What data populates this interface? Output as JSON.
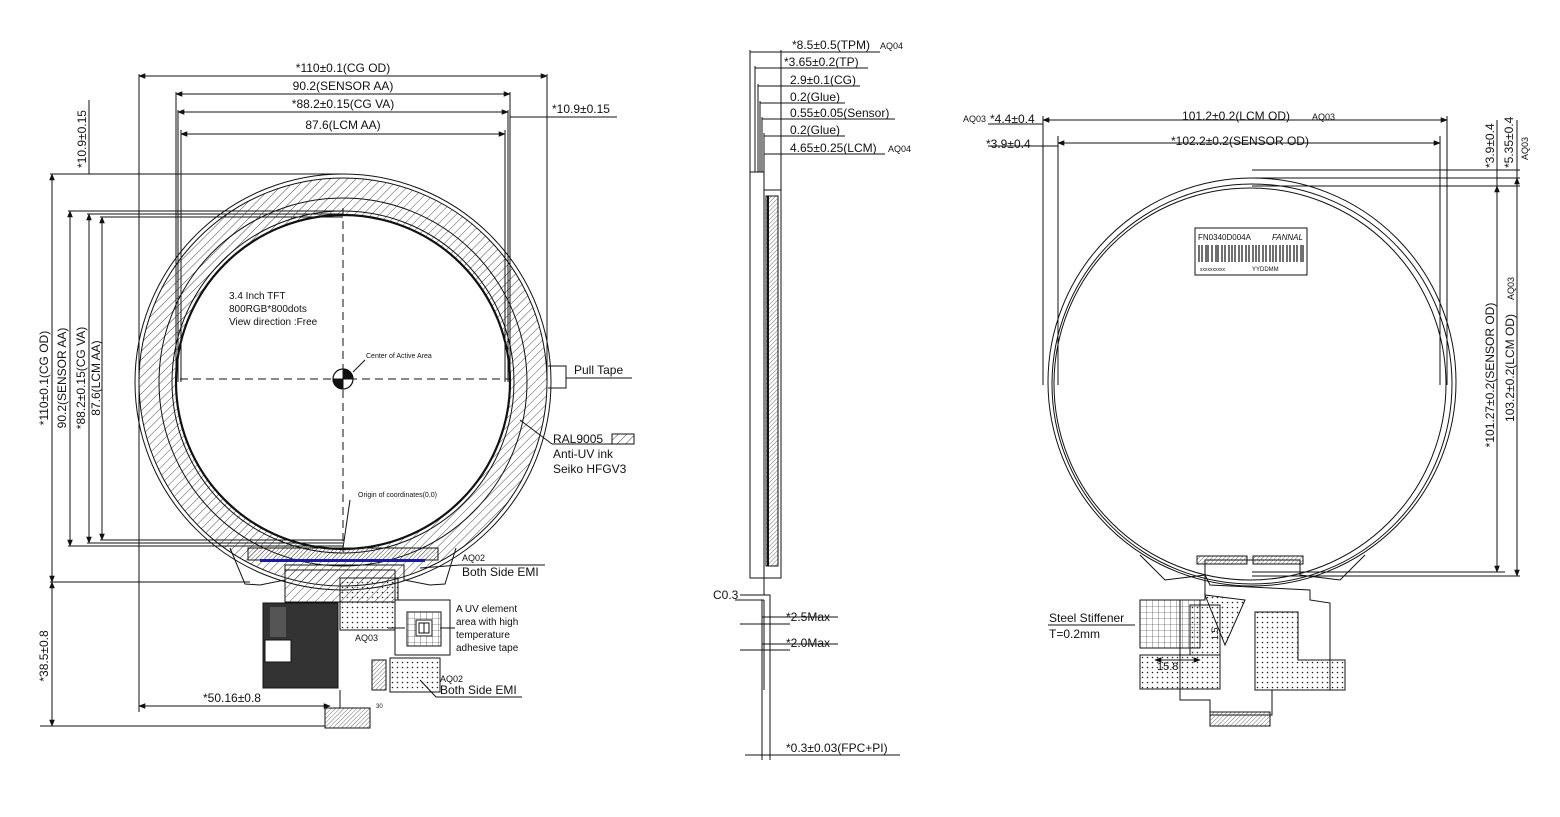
{
  "front_view": {
    "dims": {
      "cg_od": "*110±0.1(CG OD)",
      "sensor_aa": "90.2(SENSOR AA)",
      "cg_va": "*88.2±0.15(CG VA)",
      "lcm_aa": "87.6(LCM AA)",
      "offset_right": "*10.9±0.15",
      "offset_top_vertical": "*10.9±0.15",
      "v_cg_od": "*110±0.1(CG OD)",
      "v_sensor_aa": "90.2(SENSOR AA)",
      "v_cg_va": "*88.2±0.15(CG VA)",
      "v_lcm_aa": "87.6(LCM AA)",
      "total_height": "*38.5±0.8",
      "fpc_offset": "*50.16±0.8"
    },
    "info_lines": [
      "3.4 Inch TFT",
      "800RGB*800dots",
      "View direction :Free"
    ],
    "center_label": "Center of Active Area",
    "origin_label": "Origin of coordinates(0,0)",
    "pull_tape": "Pull Tape",
    "ink_lines": [
      "RAL9005",
      "Anti-UV ink",
      "Seiko HFGV3"
    ],
    "aq02_top": "AQ02",
    "emi_top": "Both Side EMI",
    "uv_lines": [
      "A UV element",
      "area with high",
      "temperature",
      "adhesive tape"
    ],
    "aq03": "AQ03",
    "aq02_bottom": "AQ02",
    "emi_bottom": "Both Side EMI",
    "pin30": "30"
  },
  "side_view": {
    "layers": [
      "*8.5±0.5(TPM)",
      "*3.65±0.2(TP)",
      "2.9±0.1(CG)",
      "0.2(Glue)",
      "0.55±0.05(Sensor)",
      "0.2(Glue)",
      "4.65±0.25(LCM)"
    ],
    "aq_tpm": "AQ04",
    "aq_lcm": "AQ04",
    "chamfer": "C0.3",
    "max1": "*2.5Max",
    "max2": "*2.0Max",
    "fpc_thickness": "*0.3±0.03(FPC+PI)"
  },
  "back_view": {
    "lcm_od": "101.2±0.2(LCM OD)",
    "lcm_od_aq": "AQ03",
    "sensor_od": "*102.2±0.2(SENSOR OD)",
    "left_aq": "AQ03",
    "left_top": "*4.4±0.4",
    "left_bottom": "*3.9±0.4",
    "right_top": "*5.35±0.4",
    "right_top_aq": "AQ03",
    "right_bottom": "*3.9±0.4",
    "v_sensor_od": "*101.27±0.2(SENSOR OD)",
    "v_lcm_od": "103.2±0.2(LCM OD)",
    "v_lcm_aq": "AQ03",
    "label_part": "FN0340D004A",
    "label_brand": "FANNAL",
    "label_code": "xxxxxxxxxx",
    "label_date": "YYDDMM",
    "stiffener": "Steel Stiffener",
    "stiffener_t": "T=0.2mm",
    "dim_a": "15.8",
    "dim_b": "1.5"
  },
  "colors": {
    "line": "#111111",
    "background": "#ffffff",
    "accent_dark": "#333333",
    "blue_strip": "#1a1aa0"
  }
}
